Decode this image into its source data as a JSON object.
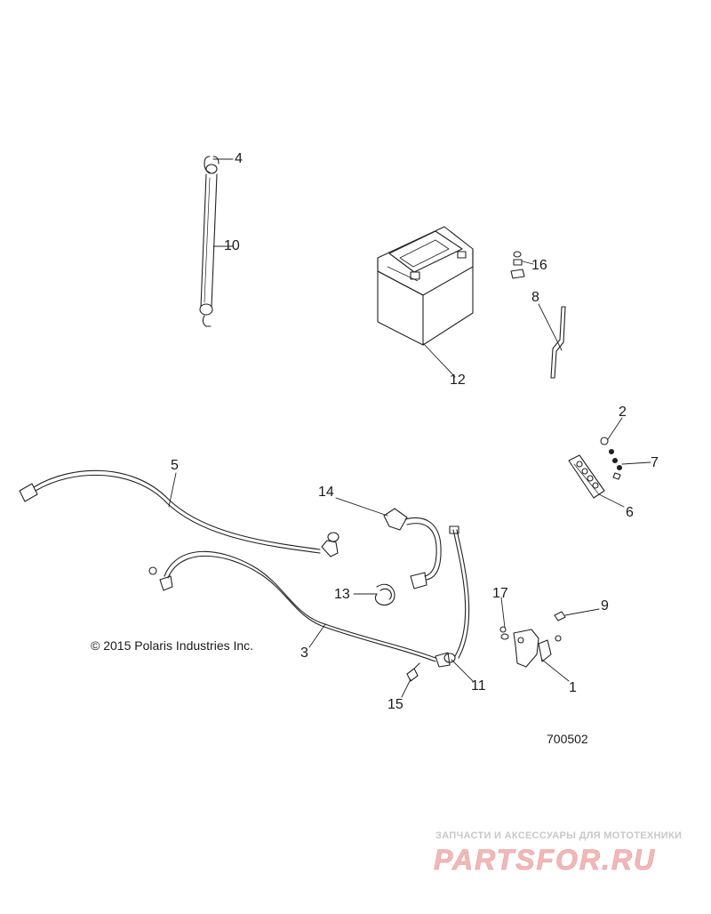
{
  "copyright": "© 2015 Polaris Industries Inc.",
  "diagram_number": "700502",
  "watermark": {
    "tagline": "ЗАПЧАСТИ И АКСЕССУАРЫ ДЛЯ МОТОТЕХНИКИ",
    "logo_text": "PARTSFOR.RU",
    "color": "#f2b8b8"
  },
  "callouts": [
    "1",
    "2",
    "3",
    "4",
    "5",
    "6",
    "7",
    "8",
    "9",
    "10",
    "11",
    "12",
    "13",
    "14",
    "15",
    "16",
    "17"
  ]
}
